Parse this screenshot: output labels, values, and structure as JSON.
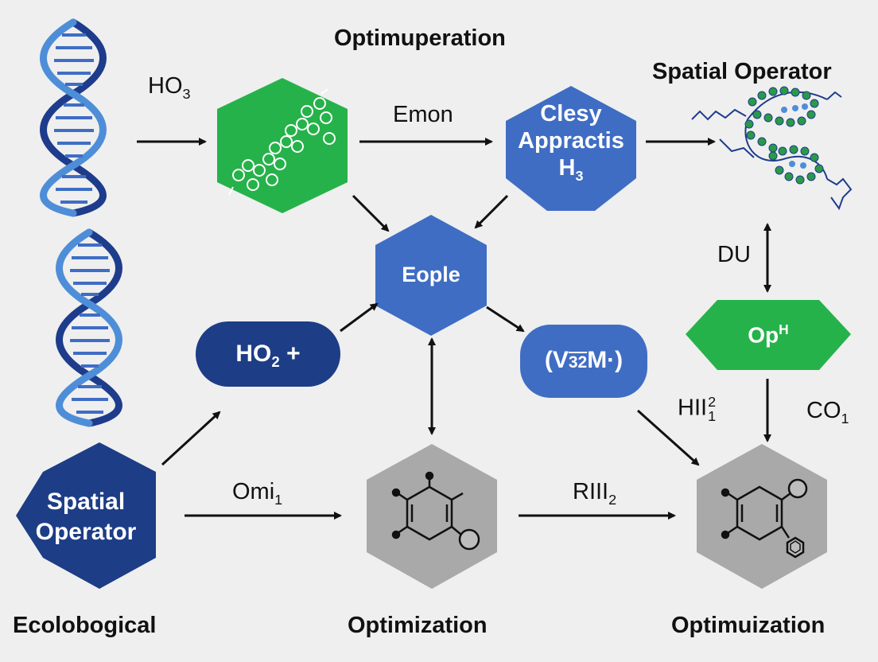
{
  "titles": {
    "top_center": "Optimuperation",
    "top_right": "Spatial Operator",
    "bottom_left": "Ecolobogical",
    "bottom_center": "Optimization",
    "bottom_right": "Optimuization"
  },
  "edge_labels": {
    "ho3": {
      "base": "HO",
      "sub": "3"
    },
    "emon": "Emon",
    "du": "DU",
    "omi1": {
      "base": "Omi",
      "sub": "1"
    },
    "riii2": {
      "base": "RIII",
      "sub": "2"
    },
    "hii": {
      "base": "HII",
      "sup": "2",
      "sub": "1"
    },
    "co1": {
      "base": "CO",
      "sub": "1"
    }
  },
  "nodes": {
    "clesy": {
      "line1": "Clesy",
      "line2": "Appractis",
      "line3_base": "H",
      "line3_sub": "3"
    },
    "eople": "Eople",
    "ho2": {
      "base": "HO",
      "sub": "2",
      "suffix": " +"
    },
    "vm": {
      "open": "(V",
      "frac": "32",
      "close": "M·)"
    },
    "oph": {
      "base": "Op",
      "sup": "H"
    },
    "spatial": {
      "line1": "Spatial",
      "line2": "Operator"
    }
  },
  "colors": {
    "green": "#26b24a",
    "blue": "#3f6dc4",
    "navy": "#1d3d86",
    "gray": "#a9a9a9",
    "arrow": "#111111",
    "dna_dark": "#1e3c8c",
    "dna_light": "#4e8ed8"
  }
}
